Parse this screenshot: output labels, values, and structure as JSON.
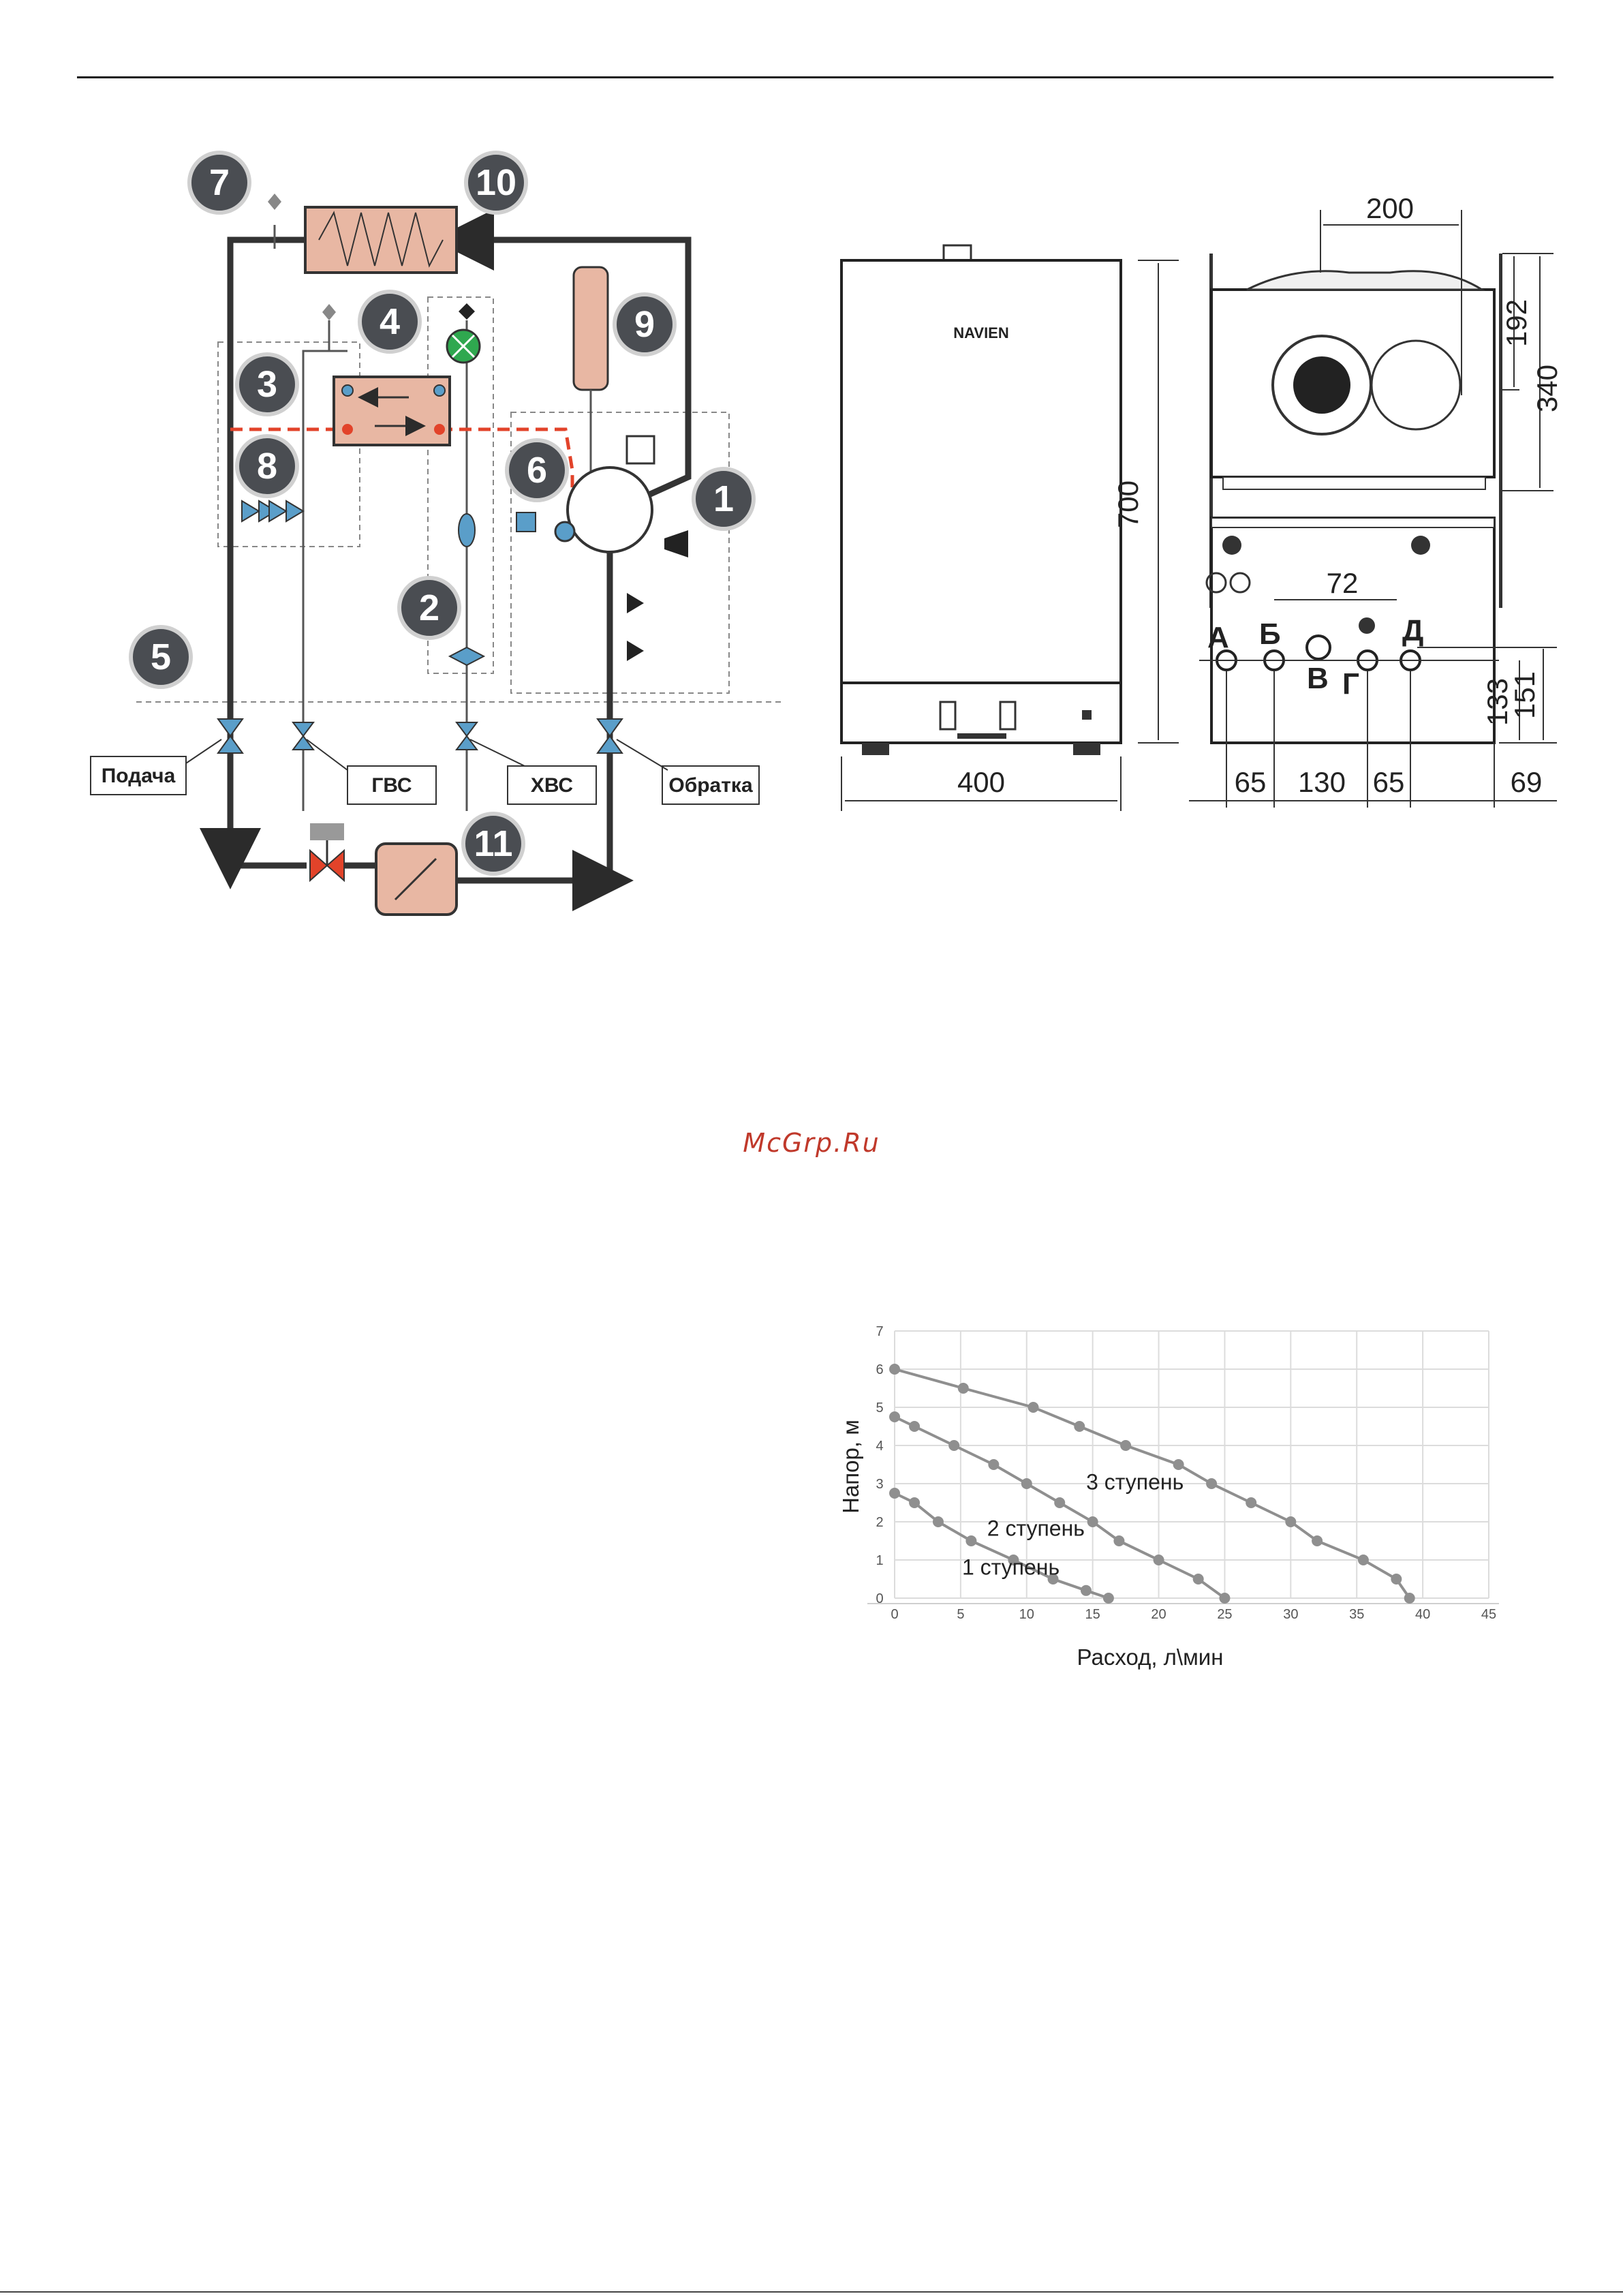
{
  "watermark": "McGrp.Ru",
  "schema": {
    "badges": [
      "1",
      "2",
      "3",
      "4",
      "5",
      "6",
      "7",
      "8",
      "9",
      "10",
      "11"
    ],
    "labels": {
      "supply": "Подача",
      "dhw": "ГВС",
      "cold_water": "ХВС",
      "return": "Обратка"
    },
    "colors": {
      "badge": "#4a4d52",
      "exchanger": "#e8b7a3",
      "dashed_hot": "#e2432a",
      "valve_blue": "#5a9ec9",
      "valve_red": "#e2432a",
      "pump_green": "#2fa84f"
    }
  },
  "dimensions": {
    "front_width": "400",
    "height": "700",
    "top_offset": "200",
    "depth_partial": "192",
    "depth": "340",
    "center_spacing": "72",
    "conn_low": "133",
    "conn_high": "151",
    "bottom_spacings": [
      "65",
      "130",
      "65",
      "69"
    ],
    "connections": [
      "А",
      "Б",
      "В",
      "Г",
      "Д"
    ],
    "brand": "NAVIEN"
  },
  "chart_data": {
    "type": "line",
    "xlabel": "Расход, л\\мин",
    "ylabel": "Напор, м",
    "xlim": [
      0,
      45
    ],
    "ylim": [
      0,
      7
    ],
    "xticks": [
      "0",
      "5",
      "10",
      "15",
      "20",
      "25",
      "30",
      "35",
      "40",
      "45"
    ],
    "yticks": [
      "0",
      "1",
      "2",
      "3",
      "4",
      "5",
      "6",
      "7"
    ],
    "grid": true,
    "series": [
      {
        "name": "1 ступень",
        "x": [
          0,
          1.5,
          3.3,
          5.8,
          9,
          12,
          14.5,
          16.2
        ],
        "y": [
          2.75,
          2.5,
          2.0,
          1.5,
          1.0,
          0.5,
          0.2,
          0
        ]
      },
      {
        "name": "2 ступень",
        "x": [
          0,
          1.5,
          4.5,
          7.5,
          10,
          12.5,
          15,
          17,
          20,
          23,
          25
        ],
        "y": [
          4.75,
          4.5,
          4.0,
          3.5,
          3.0,
          2.5,
          2.0,
          1.5,
          1.0,
          0.5,
          0
        ]
      },
      {
        "name": "3 ступень",
        "x": [
          0,
          5.2,
          10.5,
          14,
          17.5,
          21.5,
          24,
          27,
          30,
          32,
          35.5,
          38,
          39
        ],
        "y": [
          6.0,
          5.5,
          5.0,
          4.5,
          4.0,
          3.5,
          3.0,
          2.5,
          2.0,
          1.5,
          1.0,
          0.5,
          0
        ]
      }
    ]
  }
}
